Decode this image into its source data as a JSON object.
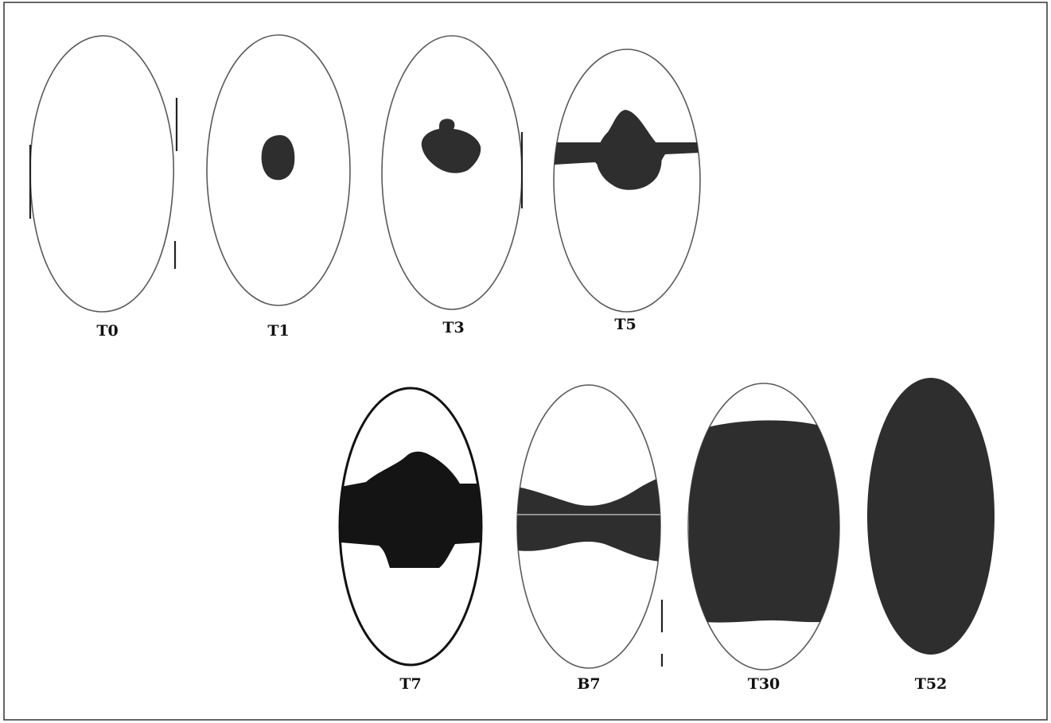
{
  "figure": {
    "panels": [
      {
        "id": "T0",
        "label": "T0"
      },
      {
        "id": "T1",
        "label": "T1"
      },
      {
        "id": "T3",
        "label": "T3"
      },
      {
        "id": "T5",
        "label": "T5"
      },
      {
        "id": "T7",
        "label": "T7"
      },
      {
        "id": "B7",
        "label": "B7"
      },
      {
        "id": "T30",
        "label": "T30"
      },
      {
        "id": "T52",
        "label": "T52"
      }
    ]
  },
  "colors": {
    "background": "#ffffff",
    "frame": "#333333",
    "outline": "#5a5a5a",
    "fill_dark": "#141414",
    "fill_grey": "#2e2e2e"
  }
}
